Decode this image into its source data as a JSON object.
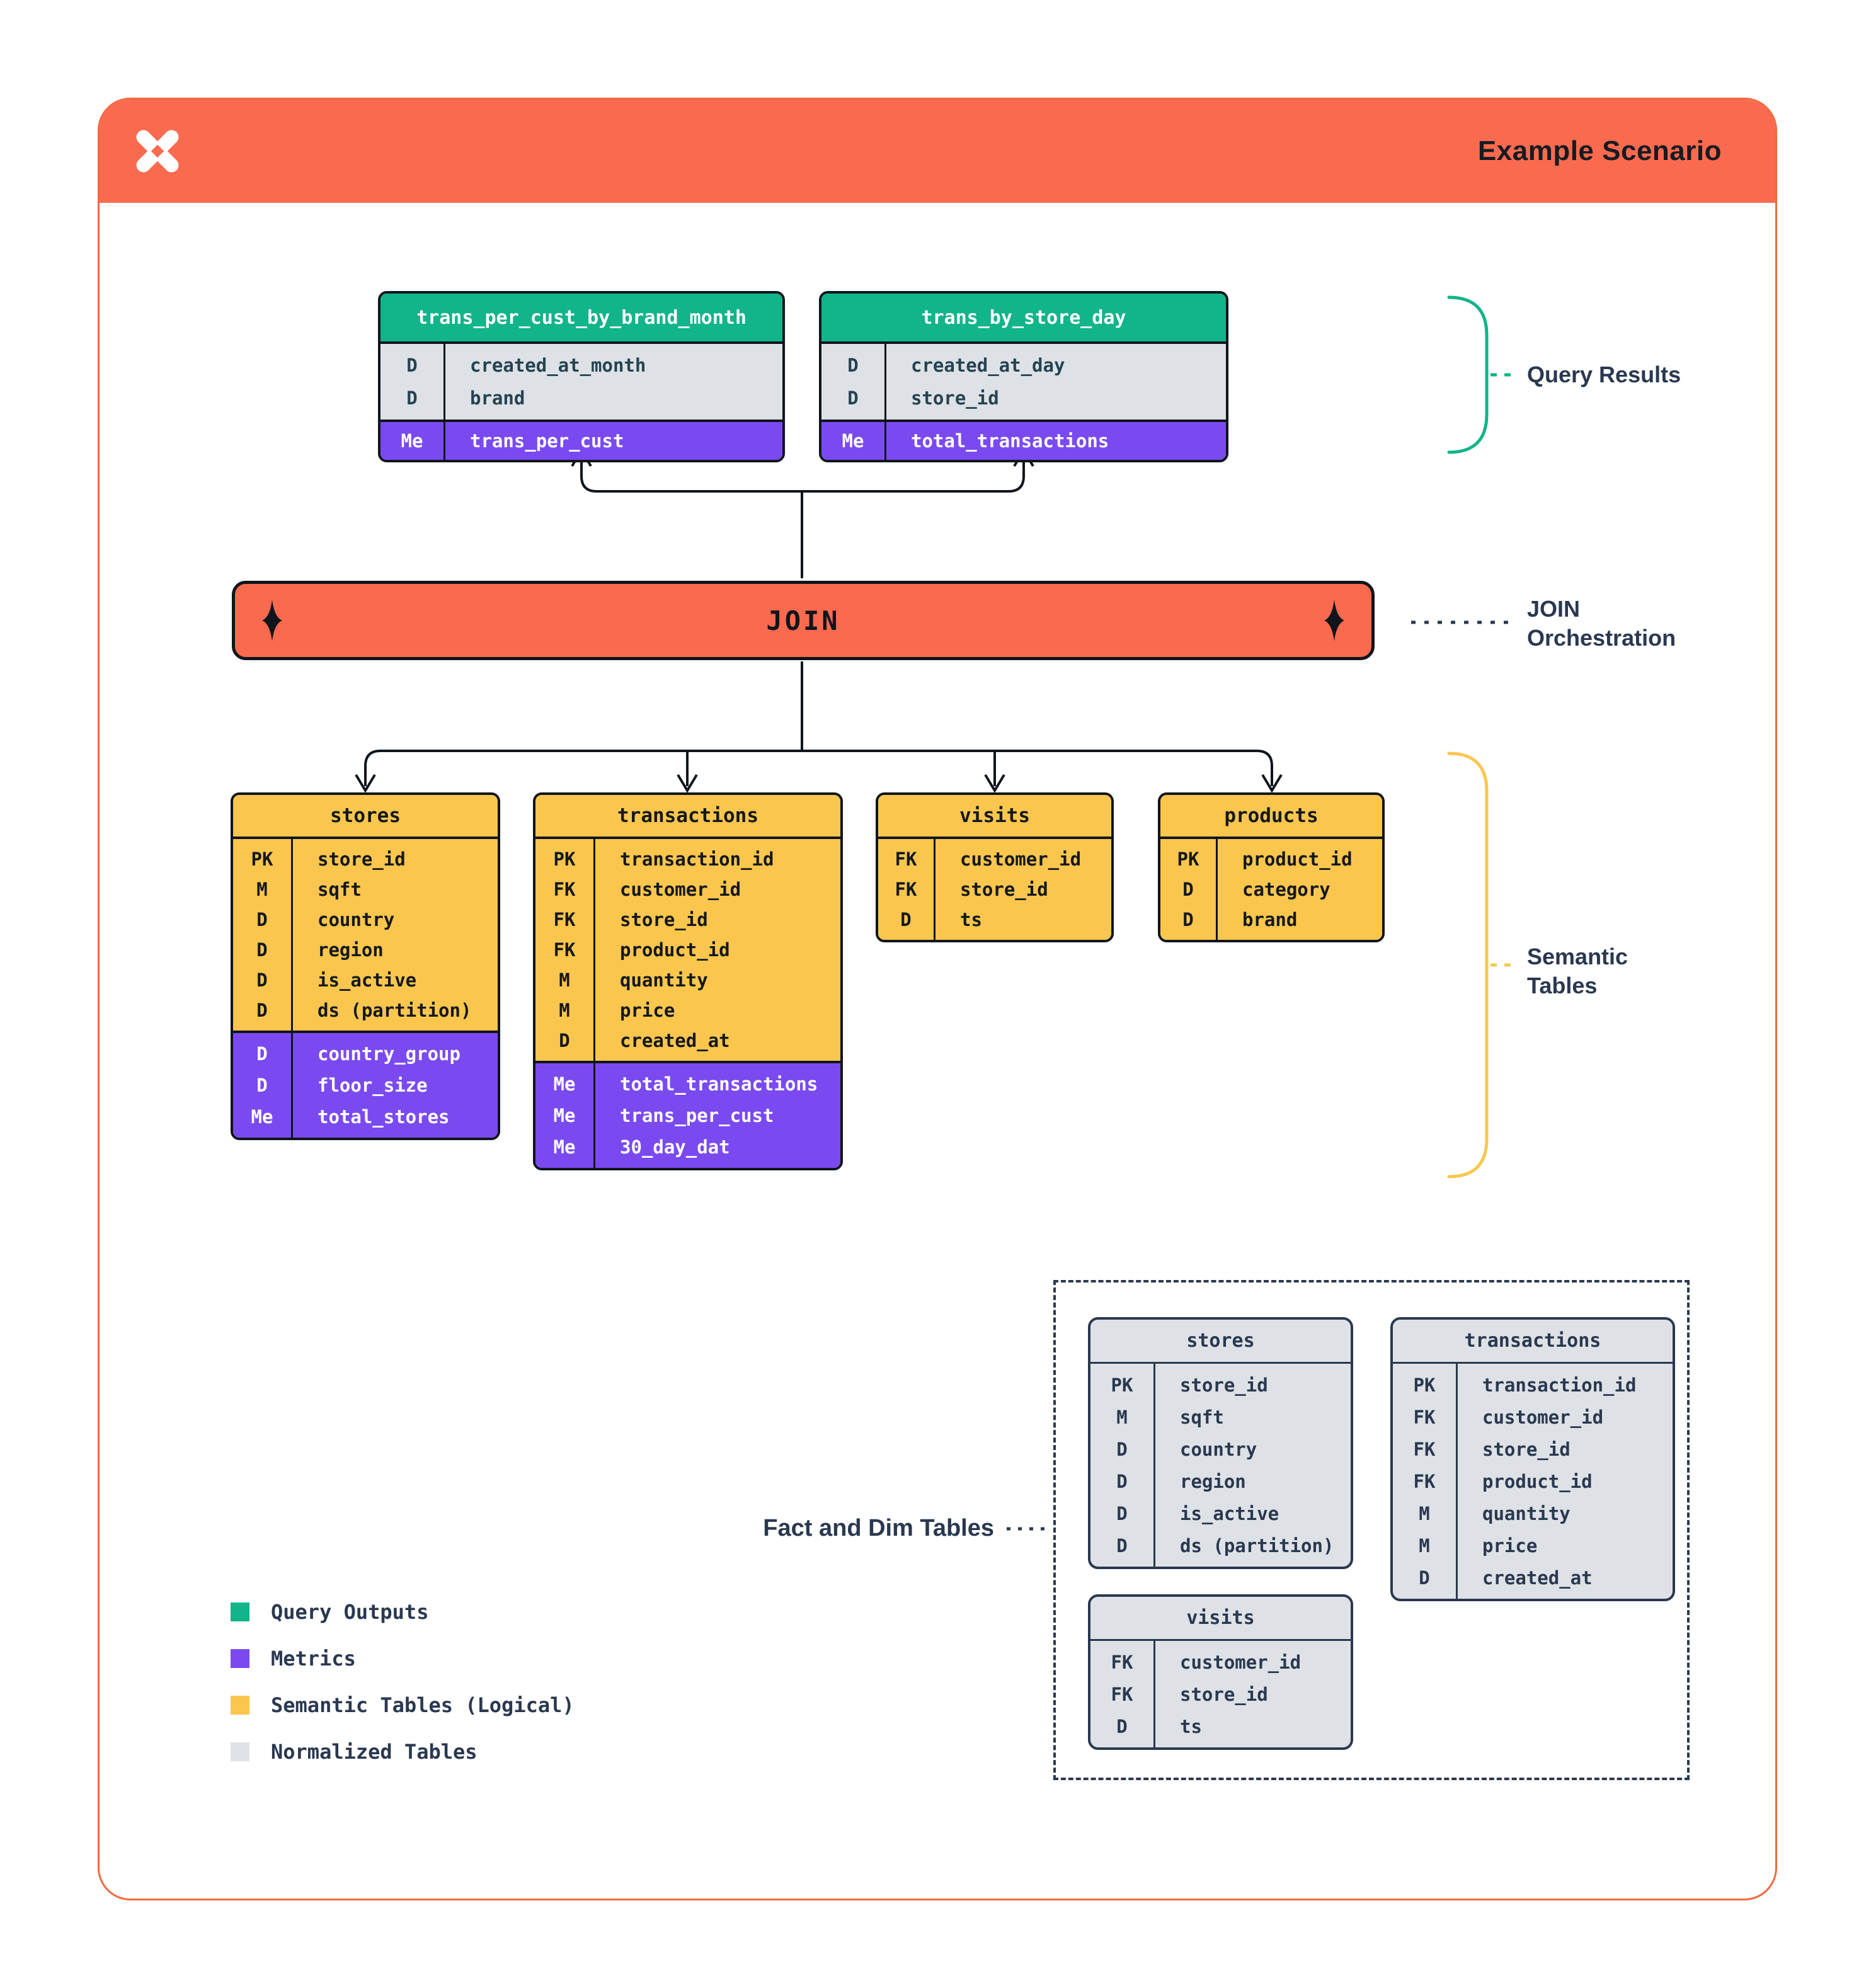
{
  "header": {
    "title": "Example Scenario",
    "logo_icon": "dbt-logo"
  },
  "join": {
    "label": "JOIN"
  },
  "annotations": {
    "query_results": "Query Results",
    "join_orchestration_line1": "JOIN",
    "join_orchestration_line2": "Orchestration",
    "semantic_tables_line1": "Semantic",
    "semantic_tables_line2": "Tables",
    "fact_dim": "Fact and Dim Tables"
  },
  "query_results_tables": [
    {
      "title": "trans_per_cust_by_brand_month",
      "dims": [
        [
          "D",
          "created_at_month"
        ],
        [
          "D",
          "brand"
        ]
      ],
      "metrics": [
        [
          "Me",
          "trans_per_cust"
        ]
      ]
    },
    {
      "title": "trans_by_store_day",
      "dims": [
        [
          "D",
          "created_at_day"
        ],
        [
          "D",
          "store_id"
        ]
      ],
      "metrics": [
        [
          "Me",
          "total_transactions"
        ]
      ]
    }
  ],
  "semantic_tables": [
    {
      "title": "stores",
      "fields": [
        [
          "PK",
          "store_id"
        ],
        [
          "M",
          "sqft"
        ],
        [
          "D",
          "country"
        ],
        [
          "D",
          "region"
        ],
        [
          "D",
          "is_active"
        ],
        [
          "D",
          "ds (partition)"
        ]
      ],
      "metrics": [
        [
          "D",
          "country_group"
        ],
        [
          "D",
          "floor_size"
        ],
        [
          "Me",
          "total_stores"
        ]
      ]
    },
    {
      "title": "transactions",
      "fields": [
        [
          "PK",
          "transaction_id"
        ],
        [
          "FK",
          "customer_id"
        ],
        [
          "FK",
          "store_id"
        ],
        [
          "FK",
          "product_id"
        ],
        [
          "M",
          "quantity"
        ],
        [
          "M",
          "price"
        ],
        [
          "D",
          "created_at"
        ]
      ],
      "metrics": [
        [
          "Me",
          "total_transactions"
        ],
        [
          "Me",
          "trans_per_cust"
        ],
        [
          "Me",
          "30_day_dat"
        ]
      ]
    },
    {
      "title": "visits",
      "fields": [
        [
          "FK",
          "customer_id"
        ],
        [
          "FK",
          "store_id"
        ],
        [
          "D",
          "ts"
        ]
      ],
      "metrics": []
    },
    {
      "title": "products",
      "fields": [
        [
          "PK",
          "product_id"
        ],
        [
          "D",
          "category"
        ],
        [
          "D",
          "brand"
        ]
      ],
      "metrics": []
    }
  ],
  "normalized_tables": [
    {
      "title": "stores",
      "fields": [
        [
          "PK",
          "store_id"
        ],
        [
          "M",
          "sqft"
        ],
        [
          "D",
          "country"
        ],
        [
          "D",
          "region"
        ],
        [
          "D",
          "is_active"
        ],
        [
          "D",
          "ds (partition)"
        ]
      ]
    },
    {
      "title": "transactions",
      "fields": [
        [
          "PK",
          "transaction_id"
        ],
        [
          "FK",
          "customer_id"
        ],
        [
          "FK",
          "store_id"
        ],
        [
          "FK",
          "product_id"
        ],
        [
          "M",
          "quantity"
        ],
        [
          "M",
          "price"
        ],
        [
          "D",
          "created_at"
        ]
      ]
    },
    {
      "title": "visits",
      "fields": [
        [
          "FK",
          "customer_id"
        ],
        [
          "FK",
          "store_id"
        ],
        [
          "D",
          "ts"
        ]
      ]
    }
  ],
  "legend": [
    {
      "color": "#12B48A",
      "label": "Query Outputs"
    },
    {
      "color": "#7A4AF0",
      "label": "Metrics"
    },
    {
      "color": "#FAC64D",
      "label": "Semantic Tables (Logical)"
    },
    {
      "color": "#DEE2E6",
      "label": "Normalized Tables"
    }
  ],
  "colors": {
    "accent_orange": "#FA6A4E",
    "card_border": "#F4683F",
    "green": "#12B48A",
    "purple": "#7A4AF0",
    "yellow": "#FAC64D",
    "gray_table": "#DEE2E6",
    "navy": "#2A3850",
    "ink": "#10151C"
  }
}
